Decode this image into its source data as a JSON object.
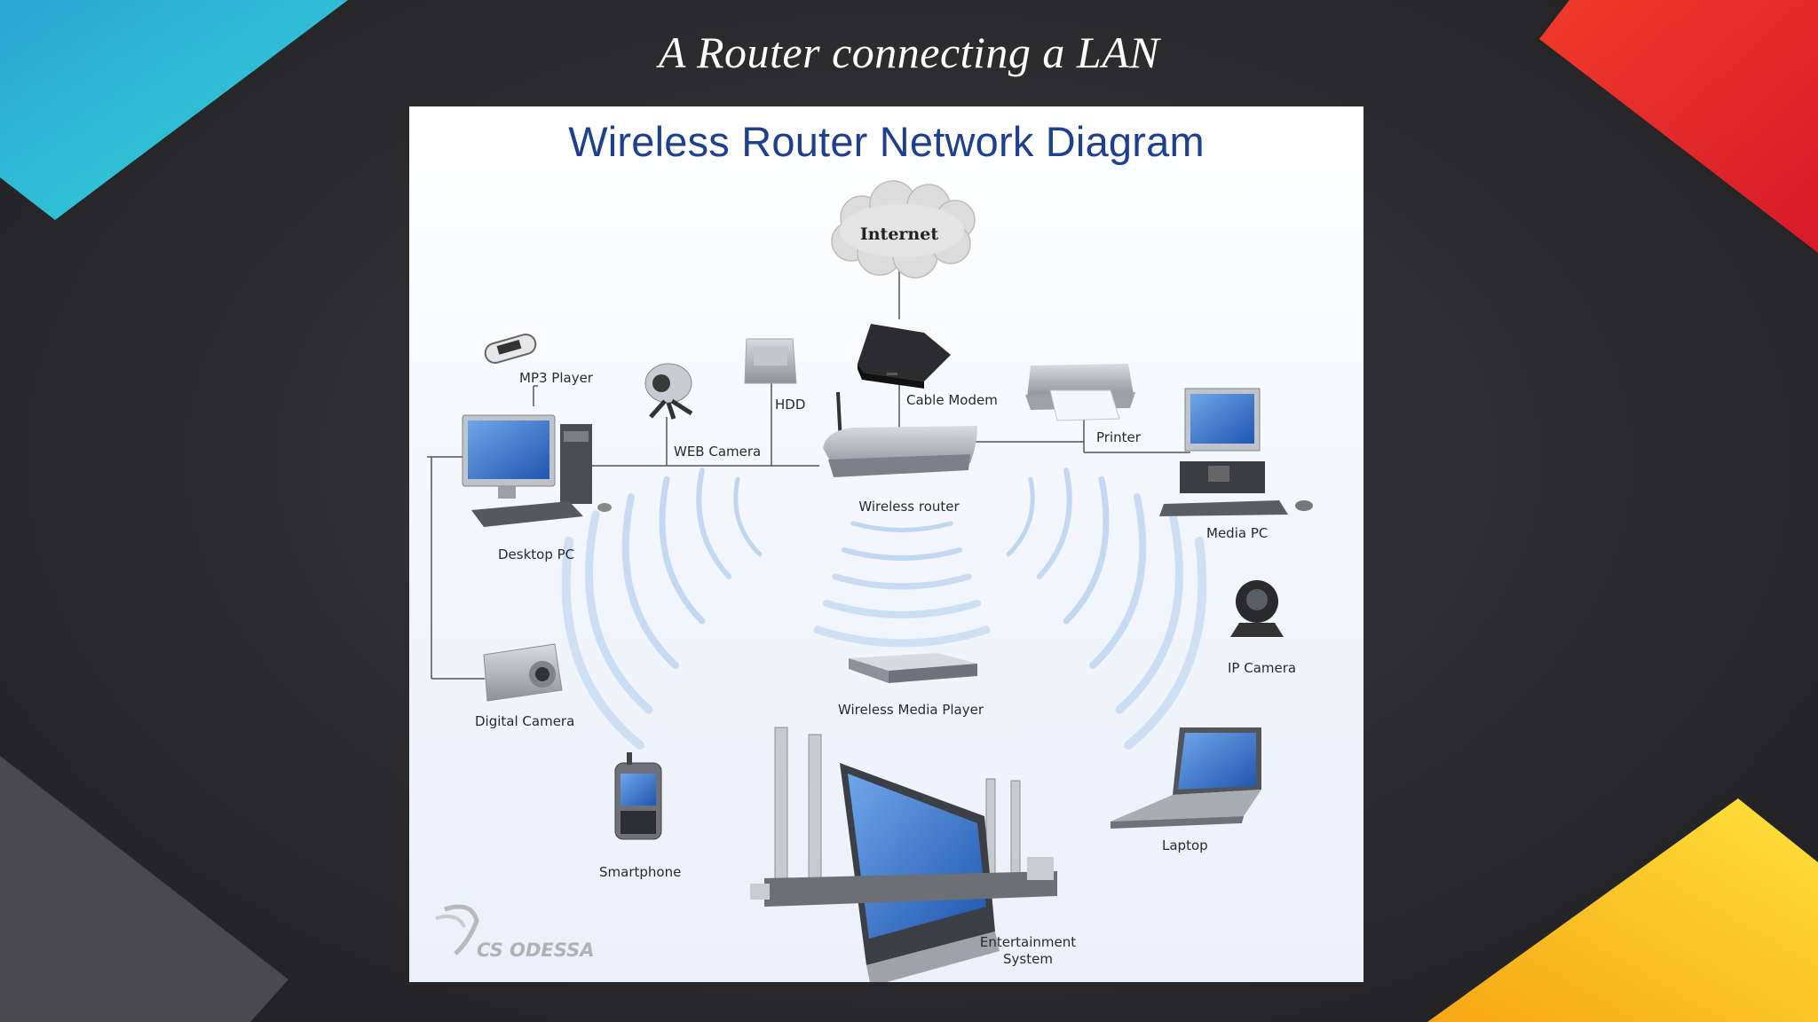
{
  "slide": {
    "title": "A Router connecting a LAN"
  },
  "diagram": {
    "title": "Wireless Router Network Diagram",
    "watermark": "CS ODESSA",
    "nodes": {
      "internet": "Internet",
      "cable_modem": "Cable Modem",
      "wireless_router": "Wireless router",
      "hdd": "HDD",
      "web_camera": "WEB Camera",
      "mp3_player": "MP3 Player",
      "desktop_pc": "Desktop PC",
      "printer": "Printer",
      "media_pc": "Media PC",
      "ip_camera": "IP Camera",
      "wireless_media_player": "Wireless Media Player",
      "digital_camera": "Digital Camera",
      "smartphone": "Smartphone",
      "laptop": "Laptop",
      "entertainment_line1": "Entertainment",
      "entertainment_line2": "System"
    }
  },
  "colors": {
    "accent_cyan": "#2ec6dc",
    "accent_red": "#ea2227",
    "accent_yellow": "#f7c51a",
    "title_blue": "#1f3f91",
    "wave_blue": "#8fb4e0"
  }
}
